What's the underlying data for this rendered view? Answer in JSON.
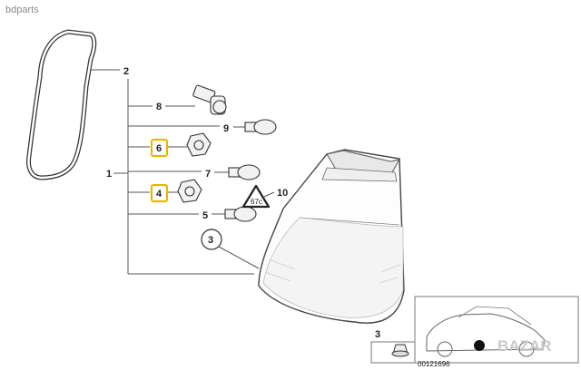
{
  "watermark": "bdparts",
  "labels": {
    "l1": "1",
    "l2": "2",
    "l3a": "3",
    "l3b": "3",
    "l4": "4",
    "l5": "5",
    "l6": "6",
    "l7": "7",
    "l8": "8",
    "l9": "9",
    "l10": "10"
  },
  "warning_symbol_text": "67c",
  "diagram_code": "00121696",
  "brand_mark": "BAZAR",
  "colors": {
    "highlight": "#e8b400",
    "line": "#555555"
  }
}
